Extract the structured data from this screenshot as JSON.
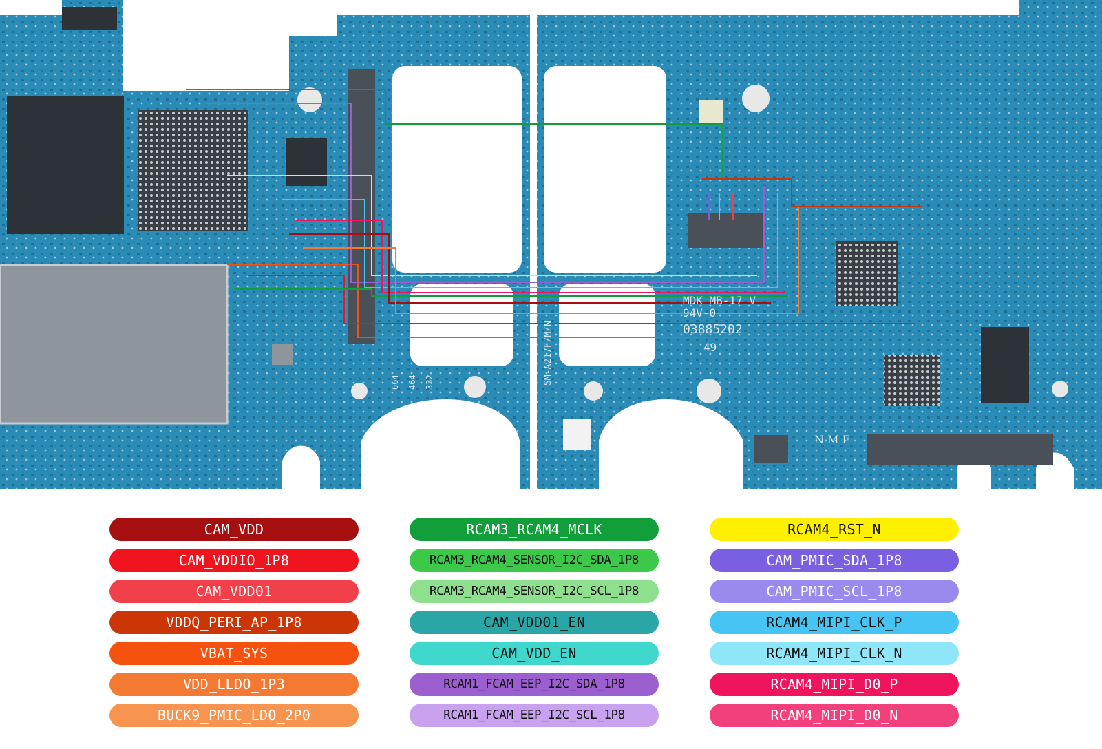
{
  "board": {
    "markings": {
      "board_id": "MDK MB-17 V",
      "rating": "94V-0",
      "serial": "03885202",
      "number": "49",
      "model": "SM-A217F/M/N",
      "nmf": "N M F",
      "pcb_code_1": "664",
      "pcb_code_2": "464",
      "pcb_code_3": "332"
    },
    "colors": {
      "pcb": "#2a8cb6",
      "pcb_dark": "#1d6f94",
      "chip": "#3a3f46"
    }
  },
  "legend": {
    "columns": [
      [
        {
          "label": "CAM_VDD",
          "color": "#a50f0f",
          "text_color": "#ffffff"
        },
        {
          "label": "CAM_VDDIO_1P8",
          "color": "#f0141e",
          "text_color": "#ffffff"
        },
        {
          "label": "CAM_VDD01",
          "color": "#f2404a",
          "text_color": "#ffffff"
        },
        {
          "label": "VDDQ_PERI_AP_1P8",
          "color": "#cc3506",
          "text_color": "#ffffff"
        },
        {
          "label": "VBAT_SYS",
          "color": "#f6520f",
          "text_color": "#ffffff"
        },
        {
          "label": "VDD_LLDO_1P3",
          "color": "#f47a33",
          "text_color": "#ffffff"
        },
        {
          "label": "BUCK9_PMIC_LDO_2P0",
          "color": "#f79450",
          "text_color": "#ffffff"
        }
      ],
      [
        {
          "label": "RCAM3_RCAM4_MCLK",
          "color": "#129e3a",
          "text_color": "#ffffff"
        },
        {
          "label": "RCAM3_RCAM4_SENSOR_I2C_SDA_1P8",
          "color": "#3cc848",
          "text_color": "#111111"
        },
        {
          "label": "RCAM3_RCAM4_SENSOR_I2C_SCL_1P8",
          "color": "#8ee08e",
          "text_color": "#111111"
        },
        {
          "label": "CAM_VDD01_EN",
          "color": "#2aa6a6",
          "text_color": "#111111"
        },
        {
          "label": "CAM_VDD_EN",
          "color": "#40d8cc",
          "text_color": "#111111"
        },
        {
          "label": "RCAM1_FCAM_EEP_I2C_SDA_1P8",
          "color": "#9c5fd0",
          "text_color": "#111111"
        },
        {
          "label": "RCAM1_FCAM_EEP_I2C_SCL_1P8",
          "color": "#c8a2ee",
          "text_color": "#111111"
        }
      ],
      [
        {
          "label": "RCAM4_RST_N",
          "color": "#fff000",
          "text_color": "#111111"
        },
        {
          "label": "CAM_PMIC_SDA_1P8",
          "color": "#7a5fe0",
          "text_color": "#ffffff"
        },
        {
          "label": "CAM_PMIC_SCL_1P8",
          "color": "#9a8aee",
          "text_color": "#ffffff"
        },
        {
          "label": "RCAM4_MIPI_CLK_P",
          "color": "#46c4f4",
          "text_color": "#111111"
        },
        {
          "label": "RCAM4_MIPI_CLK_N",
          "color": "#8ee6f8",
          "text_color": "#111111"
        },
        {
          "label": "RCAM4_MIPI_D0_P",
          "color": "#f0145e",
          "text_color": "#ffffff"
        },
        {
          "label": "RCAM4_MIPI_D0_N",
          "color": "#f2407c",
          "text_color": "#ffffff"
        }
      ]
    ]
  }
}
